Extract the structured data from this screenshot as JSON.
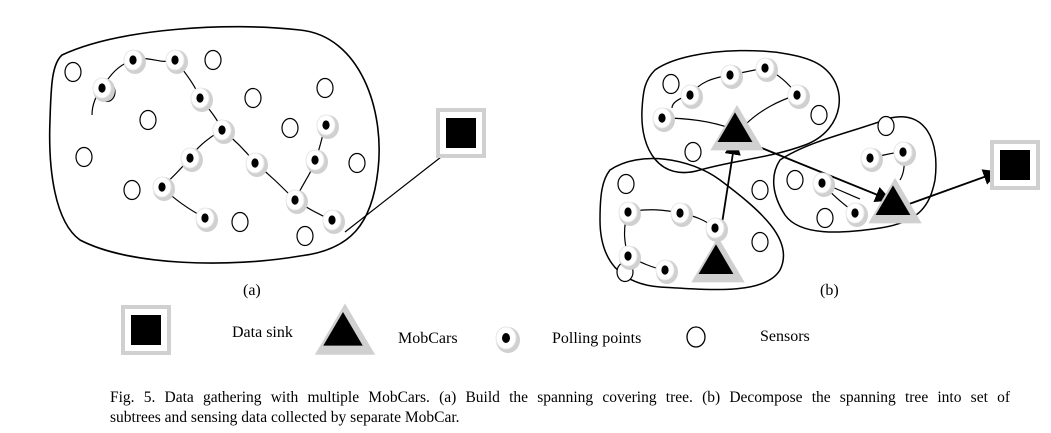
{
  "panels": {
    "a_label": "(a)",
    "b_label": "(b)"
  },
  "legend": {
    "data_sink": "Data sink",
    "mobcars": "MobCars",
    "polling_points": "Polling points",
    "sensors": "Sensors"
  },
  "caption": {
    "line1": "Fig. 5. Data gathering with multiple MobCars. (a) Build the spanning covering tree. (b) Decompose the spanning tree into set of",
    "line2": "subtrees and sensing data collected by separate MobCar."
  },
  "colors": {
    "ink": "#000000",
    "shadow": "#d0d0d0"
  }
}
